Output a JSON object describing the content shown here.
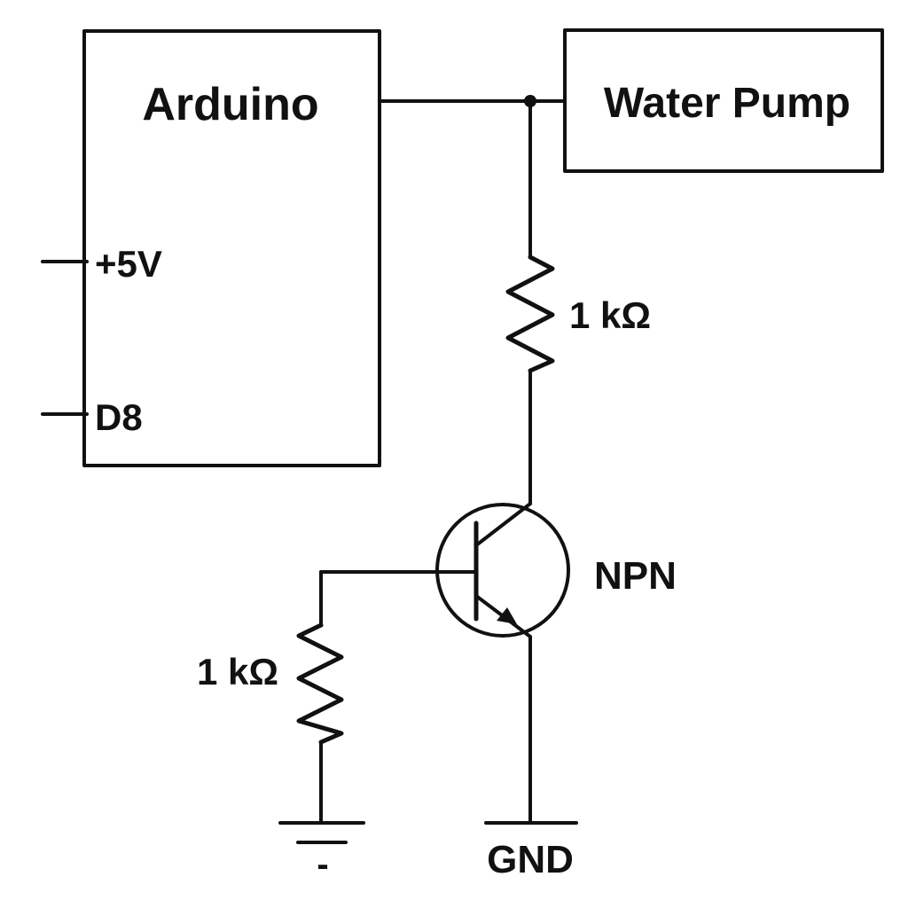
{
  "colors": {
    "ink": "#111111",
    "background": "#ffffff"
  },
  "labels": {
    "arduino": "Arduino",
    "water_pump": "Water Pump",
    "pin_5v": "+5V",
    "pin_d8": "D8",
    "resistor_collector": "1 kΩ",
    "transistor": "NPN",
    "resistor_base": "1 kΩ",
    "ground_symbol_mark": "-",
    "gnd": "GND"
  }
}
